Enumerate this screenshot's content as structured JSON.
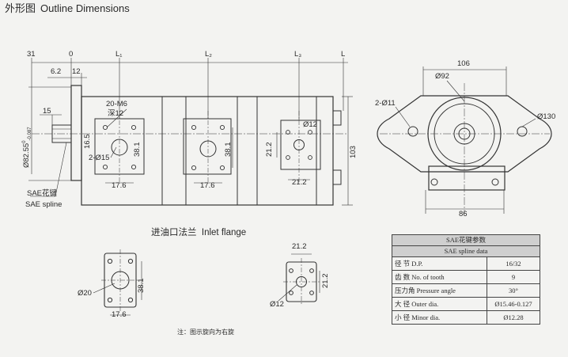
{
  "header": {
    "title_cn": "外形图",
    "title_en": "Outline Dimensions"
  },
  "top_dims": {
    "d31": "31",
    "d0": "0",
    "L1": "L₁",
    "L2": "L₂",
    "L3": "L₃",
    "L": "L",
    "d6_2": "6.2",
    "d12": "12",
    "d106": "106",
    "d92": "Ø92",
    "d2_11": "2-Ø11",
    "d130": "Ø130",
    "d103": "103",
    "d86": "86"
  },
  "pump_dims": {
    "d15": "15",
    "thread": "20-M6",
    "depth": "深12",
    "d16_5": "16.5",
    "d38_1": "38.1",
    "d2_15": "2-Ø15",
    "d17_6a": "17.6",
    "d17_6b": "17.6",
    "d12hole": "Ø12",
    "d21_2v": "21.2",
    "d21_2h": "21.2",
    "shaft_dia": "Ø82.55",
    "tol_top": "0",
    "tol_bot": "-0.087",
    "sae_cn": "SAE花键",
    "sae_en": "SAE spline"
  },
  "inlet": {
    "title_cn": "进油口法兰",
    "title_en": "Inlet flange",
    "d20": "Ø20",
    "d38_1": "38.1",
    "d17_6": "17.6",
    "d21_2h": "21.2",
    "d21_2v": "21.2",
    "d12": "Ø12"
  },
  "note": "注：图示旋向为右旋",
  "spline_table": {
    "title_cn": "SAE花键参数",
    "title_en": "SAE  spline data",
    "rows": [
      {
        "label": "径    节 D.P.",
        "value": "16/32"
      },
      {
        "label": "齿    数 No. of tooth",
        "value": "9"
      },
      {
        "label": "压力角 Pressure angle",
        "value": "30°"
      },
      {
        "label": "大    径 Outer dia.",
        "value": "Ø15.46-0.127"
      },
      {
        "label": "小    径 Minor dia.",
        "value": "Ø12.28"
      }
    ]
  }
}
